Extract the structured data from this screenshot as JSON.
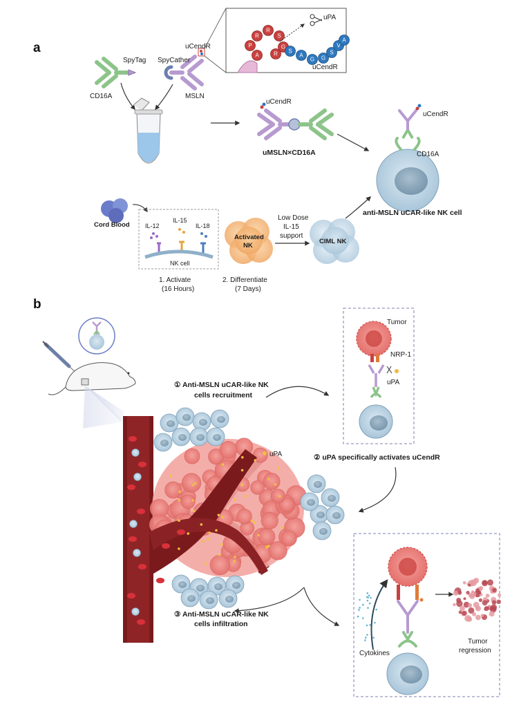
{
  "panel_a": {
    "letter": "a",
    "spytag": "SpyTag",
    "spycatcher": "SpyCather",
    "ucendr": "uCendR",
    "cd16a": "CD16A",
    "msln": "MSLN",
    "upa": "uPA",
    "seq_red": [
      "A",
      "P",
      "R",
      "R",
      "S",
      "G",
      "R"
    ],
    "seq_blue": [
      "S",
      "A",
      "G",
      "G",
      "S",
      "V",
      "A"
    ],
    "conjugate": "uMSLN×CD16A",
    "ucendr_mid": "uCendR",
    "ucendr_right": "uCendR",
    "cd16a_right": "CD16A",
    "nk_title": "anti-MSLN uCAR-like NK cell",
    "cord_blood": "Cord Blood",
    "il12": "IL-12",
    "il15": "IL-15",
    "il18": "IL-18",
    "nk_cell": "NK cell",
    "activated_line1": "Activated",
    "activated_line2": "NK",
    "low_dose_1": "Low Dose",
    "low_dose_2": "IL-15",
    "low_dose_3": "support",
    "ciml": "CIML NK",
    "step1_line1": "1.  Activate",
    "step1_line2": "(16 Hours)",
    "step2_line1": "2. Differentiate",
    "step2_line2": "(7 Days)"
  },
  "panel_b": {
    "letter": "b",
    "step1_line1": "① Anti-MSLN uCAR-like NK",
    "step1_line2": "cells recruitment",
    "tumor": "Tumor",
    "nrp1": "NRP-1",
    "upa_box": "uPA",
    "upa_tumor": "uPA",
    "step2": "② uPA specifically activates uCendR",
    "step3_line1": "③ Anti-MSLN uCAR-like NK",
    "step3_line2": "cells infiltration",
    "cytokines": "Cytokines",
    "regression_1": "Tumor",
    "regression_2": "regression"
  },
  "colors": {
    "green_antibody": "#8cc48a",
    "purple_antibody": "#b79ad0",
    "red_peptide": "#c9413f",
    "blue_peptide": "#2f78bf",
    "tumor_pink": "#ef8a86",
    "vessel": "#7a1a1d",
    "nk_cell": "#bdd6e6"
  }
}
